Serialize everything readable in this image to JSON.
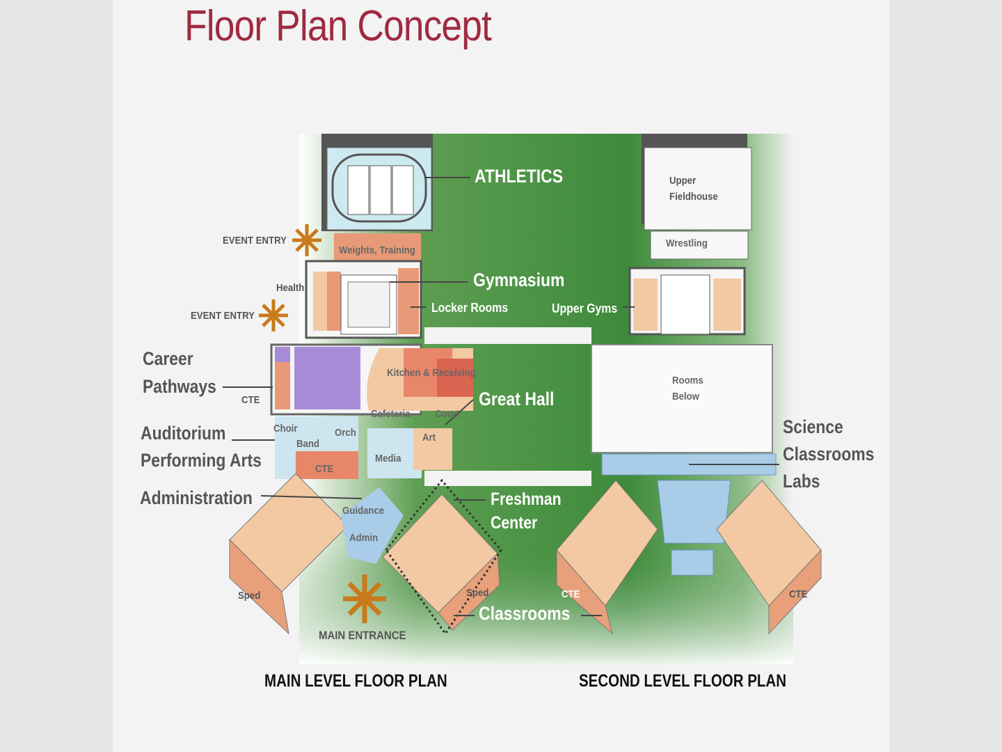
{
  "title": "Floor Plan Concept",
  "main_level": {
    "caption": "MAIN LEVEL FLOOR PLAN",
    "labels": {
      "athletics": "ATHLETICS",
      "gymnasium": "Gymnasium",
      "locker_rooms": "Locker Rooms",
      "weights": "Weights, Training",
      "health": "Health",
      "event_entry_1": "EVENT ENTRY",
      "event_entry_2": "EVENT ENTRY",
      "career_pathways_1": "Career",
      "career_pathways_2": "Pathways",
      "cte_1": "CTE",
      "kitchen": "Kitchen & Receiving",
      "great_hall": "Great Hall",
      "cafeteria": "Cafeteria",
      "court": "Court",
      "choir": "Choir",
      "band": "Band",
      "orch": "Orch",
      "cte_2": "CTE",
      "media": "Media",
      "art": "Art",
      "auditorium": "Auditorium",
      "performing_arts": "Performing Arts",
      "administration": "Administration",
      "guidance": "Guidance",
      "admin": "Admin",
      "freshman_1": "Freshman",
      "freshman_2": "Center",
      "sped_1": "Sped",
      "sped_2": "Sped",
      "classrooms": "Classrooms",
      "main_entrance": "MAIN ENTRANCE"
    }
  },
  "second_level": {
    "caption": "SECOND LEVEL  FLOOR PLAN",
    "labels": {
      "upper_fieldhouse_1": "Upper",
      "upper_fieldhouse_2": "Fieldhouse",
      "wrestling": "Wrestling",
      "upper_gyms": "Upper Gyms",
      "rooms_below_1": "Rooms",
      "rooms_below_2": "Below",
      "science_1": "Science",
      "science_2": "Classrooms",
      "science_3": "Labs",
      "cte_left": "CTE",
      "cte_right": "CTE"
    }
  },
  "colors": {
    "title": "#a02a40",
    "green": "#3f8a3c",
    "orange": "#e8a07a",
    "purple": "#a78bd6",
    "blue": "#a9cde8",
    "star": "#c97a1a"
  }
}
